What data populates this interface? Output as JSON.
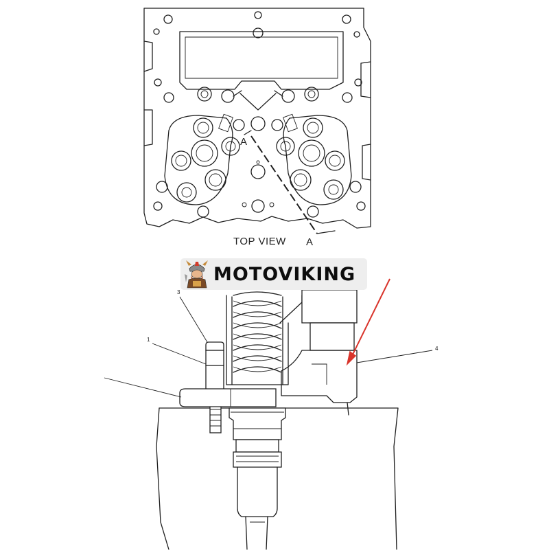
{
  "top_view": {
    "caption": "TOP VIEW",
    "section_label_upper": "A",
    "section_label_lower": "A"
  },
  "brand": {
    "name": "MOTOVIKING",
    "mascot_icon": "viking-mascot-icon"
  },
  "callouts": {
    "item_1": "1",
    "item_3": "3",
    "item_4": "4"
  },
  "colors": {
    "line": "#1e1e1e",
    "arrow": "#d9342b",
    "badge_bg": "#eeeeee"
  }
}
